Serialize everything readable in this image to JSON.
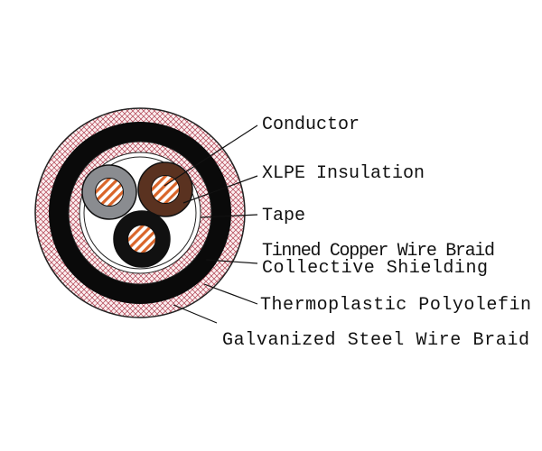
{
  "title": "Cable cross-section diagram",
  "labels": {
    "conductor": "Conductor",
    "insulation": "XLPE Insulation",
    "tape": "Tape",
    "braid_line1": "Tinned Copper Wire Braid",
    "braid_line2": "Collective Shielding",
    "sheath": "Thermoplastic Polyolefin",
    "armour": "Galvanized Steel Wire Braid"
  },
  "colors": {
    "core_gray": "#8a8c90",
    "core_brown": "#5a3220",
    "core_black": "#111111",
    "conductor_stripe": "#d9652a",
    "braid_hatch": "#b04050",
    "sheath": "#0a0a0a"
  }
}
